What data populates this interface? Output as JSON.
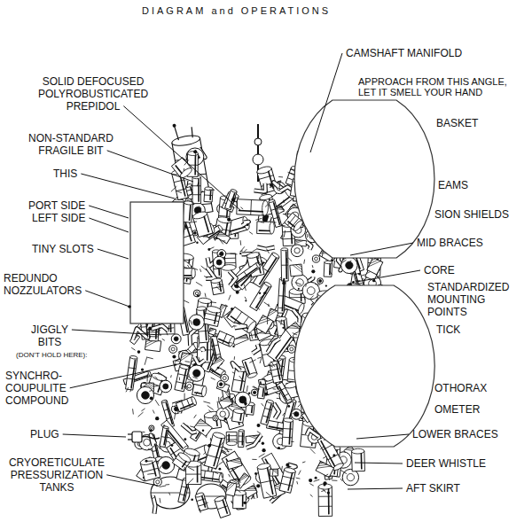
{
  "diagram": {
    "title": "DIAGRAM and OPERATIONS",
    "labels": [
      "SOLID DEFOCUSED POLYROBUSTICATED PREPIDOL",
      "NON-STANDARD FRAGILE BIT",
      "THIS",
      "PORT SIDE",
      "LEFT SIDE",
      "TINY SLOTS",
      "REDUNDO NOZZULATORS",
      "JIGGLY BITS",
      "(DON'T HOLD HERE):",
      "SYNCHRO-COUPULITE COMPOUND",
      "PLUG",
      "CRYORETICULATE PRESSURIZATION TANKS",
      "CAMSHAFT MANIFOLD",
      "APPROACH FROM THIS ANGLE, LET IT SMELL YOUR HAND",
      "BASKET",
      "EAMS",
      "SION SHIELDS",
      "MID BRACES",
      "CORE",
      "STANDARDIZED MOUNTING POINTS",
      "TICK",
      "OTHORAX",
      "OMETER",
      "LOWER BRACES",
      "DEER WHISTLE",
      "AFT SKIRT"
    ]
  }
}
